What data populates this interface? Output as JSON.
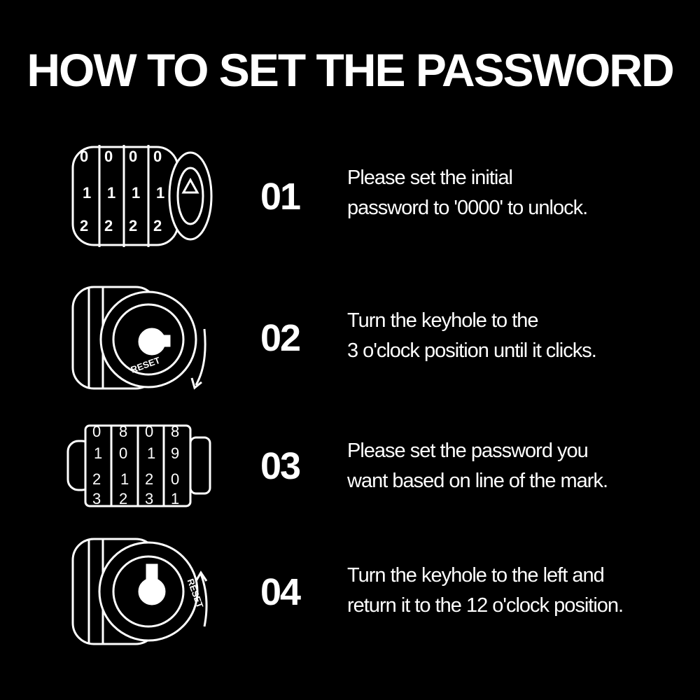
{
  "title": "HOW TO SET THE PASSWORD",
  "steps": [
    {
      "number": "01",
      "line1": "Please set the initial",
      "line2": "password to '0000' to unlock.",
      "lock_digits": [
        "0",
        "1",
        "2"
      ]
    },
    {
      "number": "02",
      "line1": "Turn the keyhole  to the",
      "line2": "3 o'clock position until it clicks.",
      "lock_label": "RESET"
    },
    {
      "number": "03",
      "line1": "Please set the password you",
      "line2": "want based on line of the mark.",
      "lock_rows": [
        [
          "0",
          "8",
          "0",
          "8"
        ],
        [
          "1",
          "0",
          "1",
          "9"
        ],
        [
          "2",
          "1",
          "2",
          "0"
        ],
        [
          "3",
          "2",
          "3",
          "1"
        ]
      ]
    },
    {
      "number": "04",
      "line1": "Turn the keyhole to the left and",
      "line2": "return it to the 12 o'clock position.",
      "lock_label": "RESET"
    }
  ],
  "colors": {
    "background": "#000000",
    "text": "#ffffff"
  }
}
